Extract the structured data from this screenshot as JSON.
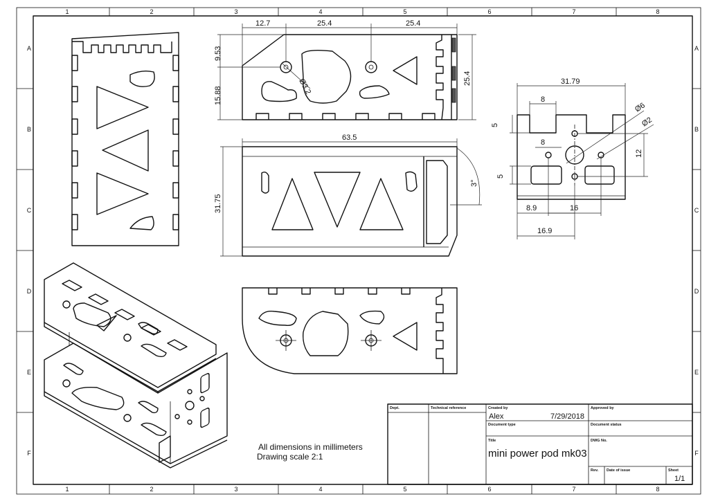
{
  "zones": {
    "columns": [
      "1",
      "2",
      "3",
      "4",
      "5",
      "6",
      "7",
      "8"
    ],
    "rows": [
      "A",
      "B",
      "C",
      "D",
      "E",
      "F"
    ]
  },
  "dimensions": {
    "top_width_1": "12.7",
    "top_width_2": "25.4",
    "top_width_3": "25.4",
    "top_height_1": "9.53",
    "top_height_2": "15.88",
    "top_height_right": "25.4",
    "hole_dia": "Ø3.2",
    "mid_width": "63.5",
    "mid_height": "31.75",
    "angle": "3°",
    "end_width": "31.79",
    "end_slot_w": "8",
    "end_hole_w": "8",
    "end_dia_big": "Ø6",
    "end_dia_small": "Ø2",
    "end_h_1": "5",
    "end_h_2": "5",
    "end_h_right": "12",
    "end_off_1": "8.9",
    "end_off_2": "16",
    "end_off_3": "16.9"
  },
  "notes": {
    "line1": "All dimensions in millimeters",
    "line2": "Drawing scale 2:1"
  },
  "title_block": {
    "dept_label": "Dept.",
    "tech_ref_label": "Technical reference",
    "created_by_label": "Created by",
    "created_by": "Alex",
    "date": "7/29/2018",
    "approved_by_label": "Approved by",
    "doc_type_label": "Document type",
    "doc_status_label": "Document status",
    "title_label": "Title",
    "title": "mini power pod mk03",
    "dwg_no_label": "DWG No.",
    "rev_label": "Rev.",
    "date_issue_label": "Date of issue",
    "sheet_label": "Sheet",
    "sheet": "1/1"
  }
}
